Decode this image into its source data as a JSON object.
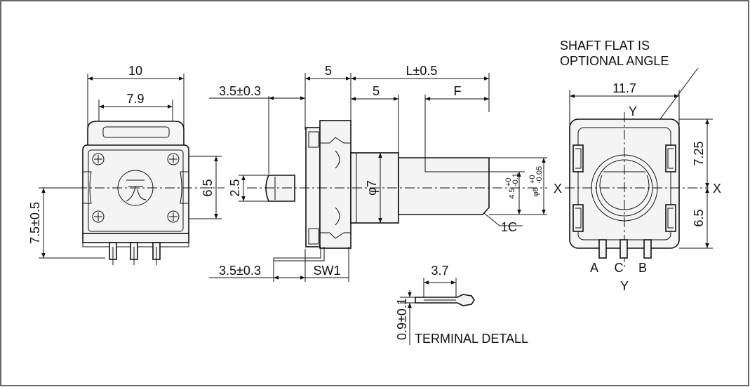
{
  "front_view": {
    "dim_width": "10",
    "dim_inner_width": "7.9",
    "dim_height": "7.5±0.5",
    "dim_right": "6.5"
  },
  "side_view": {
    "dim_5_top": "5",
    "dim_L": "L±0.5",
    "dim_3_5_top": "3.5±0.3",
    "dim_5_mid": "5",
    "dim_F": "F",
    "dim_2_5": "2.5",
    "dim_phi7": "φ7",
    "dim_4_5": "4.5",
    "dim_4_5_tol_upper": "+0",
    "dim_4_5_tol_lower": "-0.1",
    "dim_phi6": "φ6",
    "dim_phi6_tol_upper": "+0",
    "dim_phi6_tol_lower": "-0.05",
    "dim_1C": "1C",
    "dim_3_5_bottom": "3.5±0.3",
    "label_sw1": "SW1"
  },
  "right_view": {
    "note_line1": "SHAFT FLAT IS",
    "note_line2": "OPTIONAL ANGLE",
    "dim_width": "11.7",
    "axis_y_top": "Y",
    "axis_y_bottom": "Y",
    "axis_x_left": "X",
    "axis_x_right": "X",
    "dim_7_25": "7.25",
    "dim_6_5": "6.5",
    "pin_a": "A",
    "pin_c": "C",
    "pin_b": "B"
  },
  "terminal_detail": {
    "dim_3_7": "3.7",
    "dim_0_9": "0.9±0.1",
    "title": "TERMINAL DETALL"
  }
}
